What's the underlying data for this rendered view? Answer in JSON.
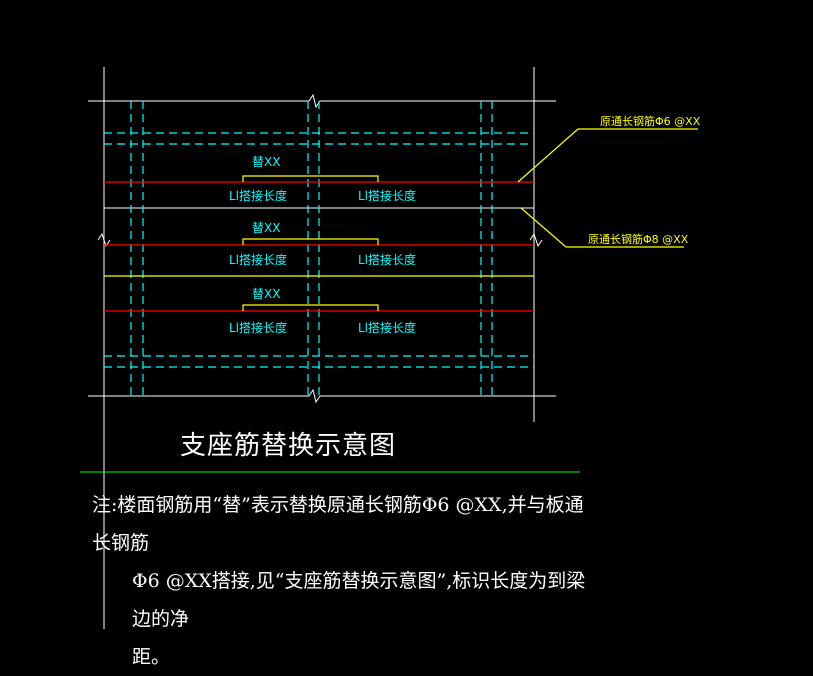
{
  "labels": {
    "replace": [
      "替XX",
      "替XX",
      "替XX"
    ],
    "lap_left": [
      "Ll搭接长度",
      "Ll搭接长度",
      "Ll搭接长度"
    ],
    "lap_right": [
      "Ll搭接长度",
      "Ll搭接长度",
      "Ll搭接长度"
    ],
    "callout_top": "原通长钢筋Φ6 @XX",
    "callout_bottom": "原通长钢筋Φ8 @XX"
  },
  "title": "支座筋替换示意图",
  "note": {
    "line1": "注:楼面钢筋用“替”表示替换原通长钢筋Φ6 @XX,并与板通长钢筋",
    "line2": "Φ6 @XX搭接,见“支座筋替换示意图”,标识长度为到梁边的净",
    "line3": "距。"
  },
  "colors": {
    "background": "#000000",
    "line_white": "#ffffff",
    "line_cyan": "#00ffff",
    "bar_red": "#ff0000",
    "bar_yellow": "#ffff00",
    "divider_green": "#00ff00"
  }
}
